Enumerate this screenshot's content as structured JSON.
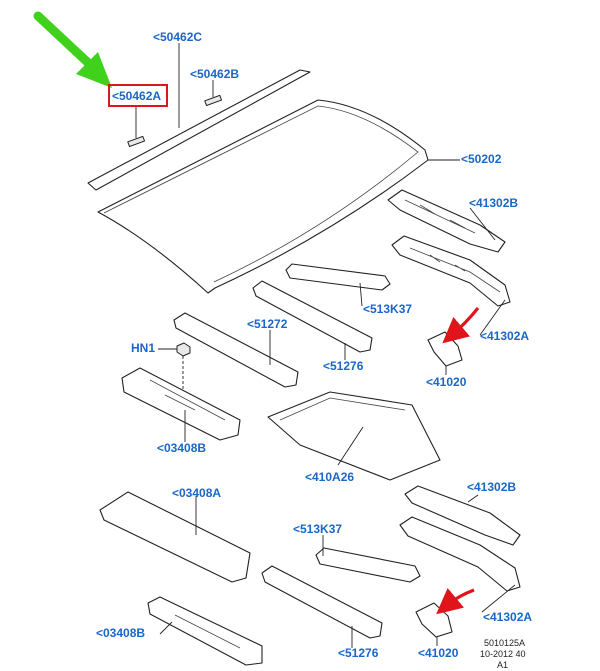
{
  "callouts": {
    "c50462C": "<50462C",
    "c50462B": "<50462B",
    "c50462A": "<50462A",
    "c50202": "<50202",
    "c41302B_top": "<41302B",
    "c513K37_top": "<513K37",
    "c51272": "<51272",
    "c41302A_top": "<41302A",
    "cHN1": "HN1",
    "c51276_top": "<51276",
    "c41020_top": "<41020",
    "c03408B_mid": "<03408B",
    "c410A26": "<410A26",
    "c41302B_bot": "<41302B",
    "c03408A": "<03408A",
    "c513K37_bot": "<513K37",
    "c41302A_bot": "<41302A",
    "c03408B_bot": "<03408B",
    "c51276_bot": "<51276",
    "c41020_bot": "<41020"
  },
  "reference": {
    "line1": "5010125A",
    "line2": "10-2012 40",
    "line3": "A1"
  },
  "colors": {
    "callout_text": "#1a66c9",
    "highlight_box": "#e0151b",
    "green_arrow": "#3fd11b",
    "red_arrow": "#e0151b",
    "line": "#222222"
  }
}
